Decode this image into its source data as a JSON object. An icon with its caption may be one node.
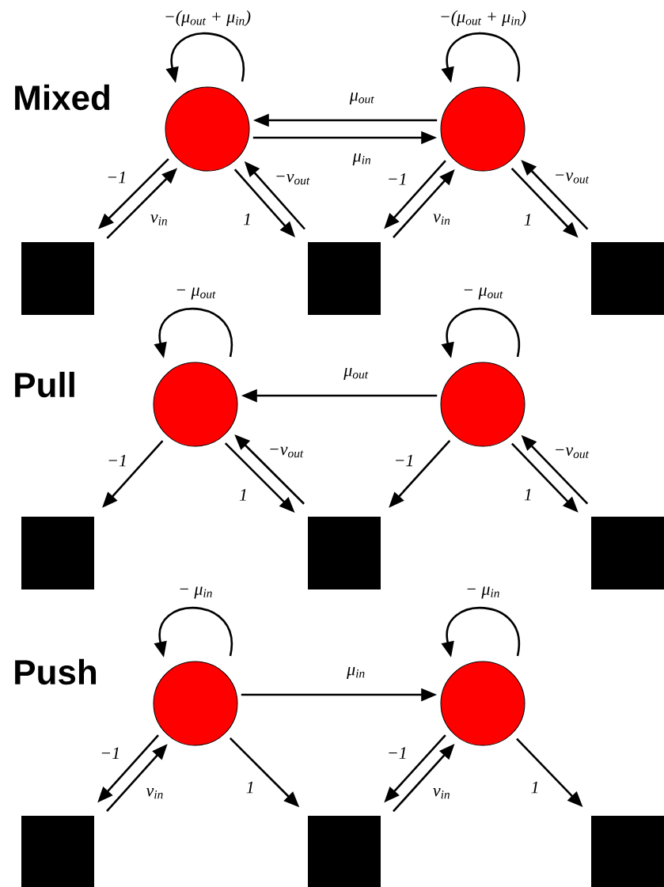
{
  "diagram": {
    "nodes": [
      {
        "text": [],
        "shape": "circle"
      },
      {
        "text": [],
        "shape": "circle"
      },
      {
        "text": [],
        "shape": "box"
      },
      {
        "text": [],
        "shape": "box"
      },
      {
        "text": [],
        "shape": "box"
      },
      {
        "text": [],
        "shape": "circle"
      },
      {
        "text": [],
        "shape": "circle"
      },
      {
        "text": [],
        "shape": "box"
      },
      {
        "text": [],
        "shape": "box"
      },
      {
        "text": [],
        "shape": "box"
      },
      {
        "text": [],
        "shape": "circle"
      },
      {
        "text": [],
        "shape": "circle"
      },
      {
        "text": [],
        "shape": "box"
      },
      {
        "text": [],
        "shape": "box"
      },
      {
        "text": [],
        "shape": "box"
      }
    ],
    "edges": [
      {
        "from": 0,
        "to": 0,
        "arrow": "to",
        "label": "−(μ$_{out}$ + μ$_{in}$)"
      },
      {
        "from": 1,
        "to": 1,
        "arrow": "to",
        "label": "−(μ$_{out}$ + μ$_{in}$)"
      },
      {
        "from": 1,
        "to": 0,
        "arrow": "to",
        "label": "μ$_{out}$"
      },
      {
        "from": 0,
        "to": 1,
        "arrow": "to",
        "label": "μ$_{in}$"
      },
      {
        "from": 0,
        "to": 2,
        "arrow": "to",
        "label": "−1"
      },
      {
        "from": 2,
        "to": 0,
        "arrow": "to",
        "label": "v$_{in}$"
      },
      {
        "from": 0,
        "to": 3,
        "arrow": "to",
        "label": "1"
      },
      {
        "from": 3,
        "to": 0,
        "arrow": "to",
        "label": "−v$_{out}$"
      },
      {
        "from": 1,
        "to": 3,
        "arrow": "to",
        "label": "−1"
      },
      {
        "from": 3,
        "to": 1,
        "arrow": "to",
        "label": "v$_{in}$"
      },
      {
        "from": 1,
        "to": 4,
        "arrow": "to",
        "label": "1"
      },
      {
        "from": 4,
        "to": 1,
        "arrow": "to",
        "label": "−v$_{out}$"
      },
      {
        "from": 5,
        "to": 5,
        "arrow": "to",
        "label": "− μ$_{out}$"
      },
      {
        "from": 6,
        "to": 6,
        "arrow": "to",
        "label": "− μ$_{out}$"
      },
      {
        "from": 6,
        "to": 5,
        "arrow": "to",
        "label": "μ$_{out}$"
      },
      {
        "from": 5,
        "to": 7,
        "arrow": "to",
        "label": "−1"
      },
      {
        "from": 5,
        "to": 8,
        "arrow": "to",
        "label": "1"
      },
      {
        "from": 8,
        "to": 5,
        "arrow": "to",
        "label": "−v$_{out}$"
      },
      {
        "from": 6,
        "to": 8,
        "arrow": "to",
        "label": "−1"
      },
      {
        "from": 6,
        "to": 9,
        "arrow": "to",
        "label": "1"
      },
      {
        "from": 9,
        "to": 6,
        "arrow": "to",
        "label": "−v$_{out}$"
      },
      {
        "from": 10,
        "to": 10,
        "arrow": "to",
        "label": "− μ$_{in}$"
      },
      {
        "from": 11,
        "to": 11,
        "arrow": "to",
        "label": "− μ$_{in}$"
      },
      {
        "from": 10,
        "to": 11,
        "arrow": "to",
        "label": "μ$_{in}$"
      },
      {
        "from": 10,
        "to": 12,
        "arrow": "to",
        "label": "−1"
      },
      {
        "from": 12,
        "to": 10,
        "arrow": "to",
        "label": "v$_{in}$"
      },
      {
        "from": 10,
        "to": 13,
        "arrow": "to",
        "label": "1"
      },
      {
        "from": 11,
        "to": 13,
        "arrow": "to",
        "label": "−1"
      },
      {
        "from": 13,
        "to": 11,
        "arrow": "to",
        "label": "v$_{in}$"
      },
      {
        "from": 11,
        "to": 14,
        "arrow": "to",
        "label": "1"
      }
    ],
    "labels": [
      "Mixed",
      "Pull",
      "Push"
    ]
  }
}
